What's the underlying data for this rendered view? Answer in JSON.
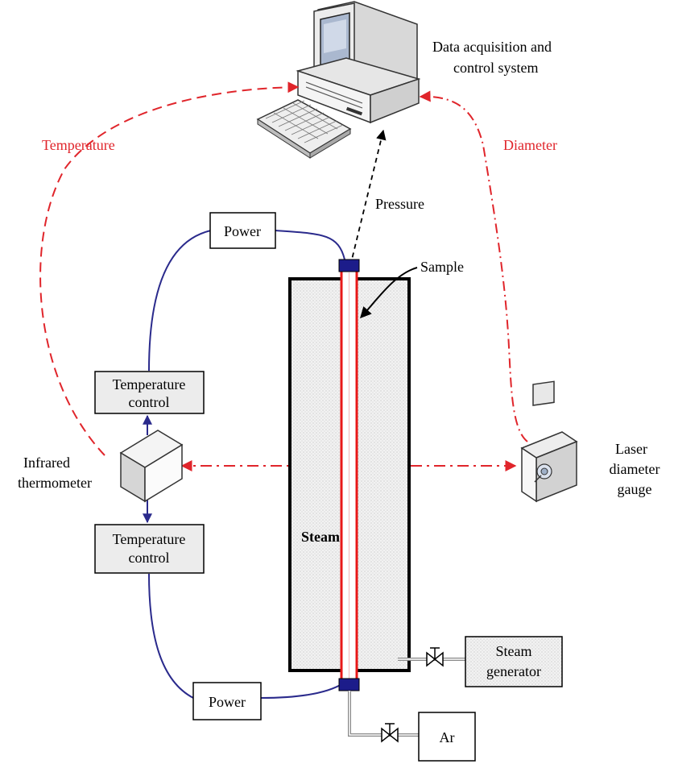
{
  "labels": {
    "daq_line1": "Data acquisition and",
    "daq_line2": "control system",
    "temperature": "Temperature",
    "diameter": "Diameter",
    "pressure": "Pressure",
    "sample": "Sample",
    "power_top": "Power",
    "power_bottom": "Power",
    "temp_control_top_1": "Temperature",
    "temp_control_top_2": "control",
    "temp_control_bottom_1": "Temperature",
    "temp_control_bottom_2": "control",
    "infrared_1": "Infrared",
    "infrared_2": "thermometer",
    "laser_1": "Laser",
    "laser_2": "diameter",
    "laser_3": "gauge",
    "steam": "Steam",
    "steam_gen_1": "Steam",
    "steam_gen_2": "generator",
    "ar": "Ar"
  },
  "colors": {
    "signal_red": "#e0252b",
    "wire_blue": "#2a2a8c",
    "sample_red": "#e81818",
    "connector_blue": "#1c1c8a",
    "black": "#000000"
  }
}
